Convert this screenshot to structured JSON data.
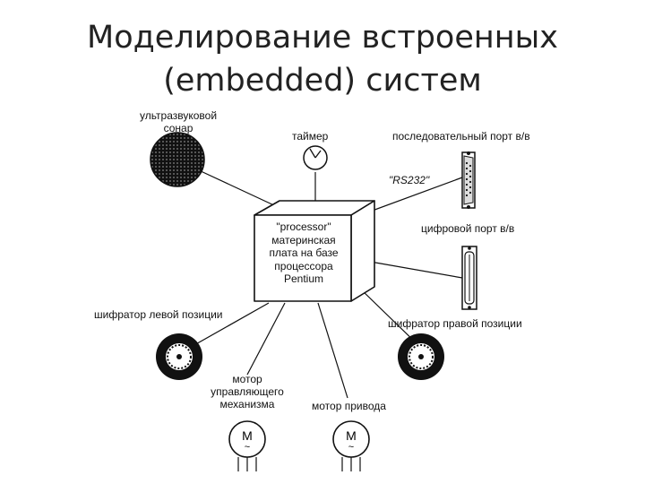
{
  "title": {
    "line1": "Моделирование встроенных",
    "line2": "(embedded) систем"
  },
  "diagram": {
    "labels": {
      "sonar_line1": "ультразвуковой",
      "sonar_line2": "сонар",
      "timer": "таймер",
      "serial_port": "последовательный порт в/в",
      "rs232": "\"RS232\"",
      "digital_port": "цифровой порт в/в",
      "left_encoder": "шифратор левой позиции",
      "right_encoder": "шифратор правой позиции",
      "steering_motor_line1": "мотор",
      "steering_motor_line2": "управляющего",
      "steering_motor_line3": "механизма",
      "drive_motor": "мотор привода"
    },
    "processor": {
      "line1": "\"processor\"",
      "line2": "материнская",
      "line3": "плата на базе",
      "line4": "процессора",
      "line5": "Pentium"
    },
    "motor_symbol": "M",
    "motor_wave": "~"
  }
}
